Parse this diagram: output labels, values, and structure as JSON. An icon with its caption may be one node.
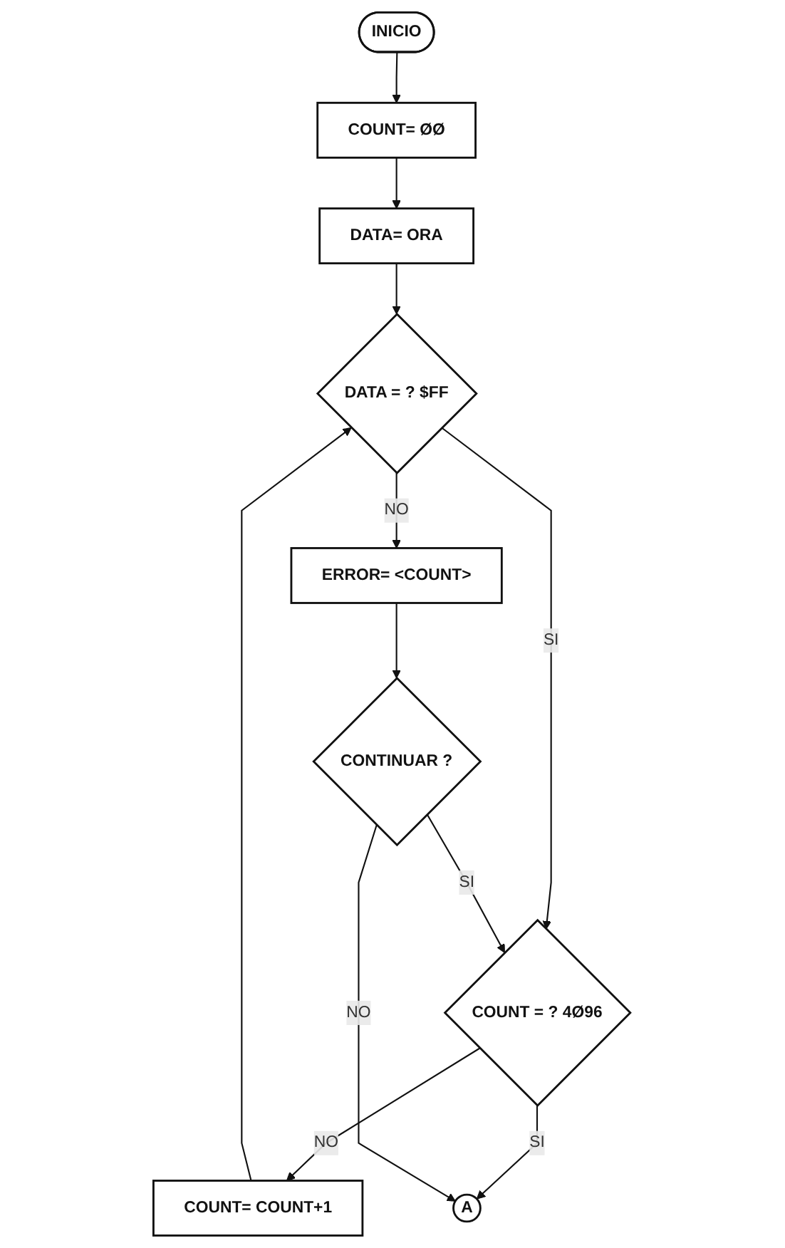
{
  "diagram": {
    "nodes": [
      {
        "text": [
          "INICIO"
        ]
      },
      {
        "text": [
          "COUNT= ØØ"
        ]
      },
      {
        "text": [
          "DATA= ORA"
        ]
      },
      {
        "text": [
          "DATA = ? $FF"
        ]
      },
      {
        "text": [
          "ERROR= <COUNT>"
        ]
      },
      {
        "text": [
          "CONTINUAR ?"
        ]
      },
      {
        "text": [
          "COUNT = ? 4Ø96"
        ]
      },
      {
        "text": [
          "COUNT= COUNT+1"
        ]
      },
      {
        "text": [
          "A"
        ]
      }
    ],
    "edges": [
      {
        "from": 0,
        "to": 1,
        "arrow": "to"
      },
      {
        "from": 1,
        "to": 2,
        "arrow": "to"
      },
      {
        "from": 2,
        "to": 3,
        "arrow": "to"
      },
      {
        "from": 3,
        "to": 4,
        "arrow": "to",
        "label": "NO"
      },
      {
        "from": 3,
        "to": 6,
        "arrow": "to",
        "label": "SI"
      },
      {
        "from": 4,
        "to": 5,
        "arrow": "to"
      },
      {
        "from": 5,
        "to": 6,
        "arrow": "to",
        "label": "SI"
      },
      {
        "from": 6,
        "to": 7,
        "arrow": "to",
        "label": "NO"
      },
      {
        "from": 7,
        "to": 3,
        "arrow": "to"
      },
      {
        "from": 6,
        "to": 8,
        "arrow": "to",
        "label": "SI"
      },
      {
        "from": 5,
        "to": 8,
        "arrow": "to",
        "label": "NO"
      }
    ]
  }
}
